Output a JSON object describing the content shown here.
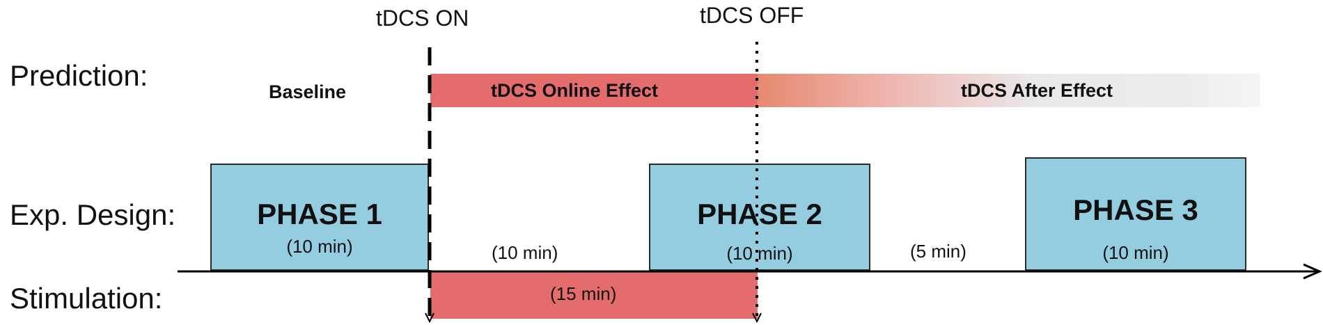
{
  "row_labels": {
    "prediction": "Prediction:",
    "design": "Exp. Design:",
    "stimulation": "Stimulation:"
  },
  "markers": {
    "on": "tDCS ON",
    "off": "tDCS OFF"
  },
  "prediction": {
    "baseline": "Baseline",
    "online": "tDCS Online Effect",
    "after": "tDCS After Effect"
  },
  "phases": [
    {
      "title": "PHASE 1",
      "duration": "(10 min)"
    },
    {
      "title": "PHASE 2",
      "duration": "(10 min)"
    },
    {
      "title": "PHASE 3",
      "duration": "(10 min)"
    }
  ],
  "gaps": {
    "gap1": "(10 min)",
    "gap2": "(5 min)"
  },
  "stimulation": {
    "duration": "(15 min)"
  },
  "colors": {
    "phase_fill": "#94cce0",
    "stim_red": "#e46c6c",
    "after_fade": "#e8e8e8"
  }
}
